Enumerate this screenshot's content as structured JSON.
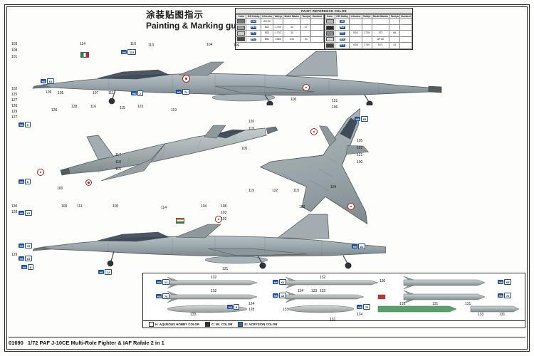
{
  "document": {
    "title_cn": "涂装贴图指示",
    "title_en": "Painting & Marking guide",
    "footer_kit_number": "01690",
    "footer_kit_name": "1/72 PAF J-10CE Multi-Role Fighter & IAF Rafale 2 in 1"
  },
  "paint_table": {
    "title": "PAINT REFERENCE COLOR",
    "headers": [
      "Color",
      "GSI Hobby",
      "Lifecolor",
      "Vallejo",
      "Model Master",
      "Tamiya",
      "Humbrol"
    ],
    "left_rows": [
      {
        "swatch": "#6f7a7f",
        "hx": "H22",
        "code1": "AC 02",
        "c2": "",
        "c3": "",
        "c4": "",
        "c5": "",
        "c6": ""
      },
      {
        "swatch": "#9aa3a6",
        "hx": "H51",
        "code1": "B02",
        "c2": "1745",
        "c3": "32",
        "c4": "27",
        "c5": "",
        "c6": ""
      },
      {
        "swatch": "#c9ccc8",
        "hx": "H61",
        "code1": "B03",
        "c2": "1733",
        "c3": "34",
        "c4": "",
        "c5": "",
        "c6": ""
      },
      {
        "swatch": "#40474a",
        "hx": "H77",
        "code1": "B62",
        "c2": "1566",
        "c3": "313",
        "c4": "33",
        "c5": "",
        "c6": ""
      }
    ],
    "right_rows": [
      {
        "swatch": "#b0b7b8",
        "hx": "H8",
        "code1": "",
        "c2": "",
        "c3": "",
        "c4": "",
        "c5": "",
        "c6": ""
      },
      {
        "swatch": "#2a2a2a",
        "hx": "H12",
        "code1": "",
        "c2": "",
        "c3": "",
        "c4": "",
        "c5": "",
        "c6": ""
      },
      {
        "swatch": "#7e8a8d",
        "hx": "H65",
        "code1": "B03",
        "c2": "1726",
        "c3": "372",
        "c4": "65",
        "c5": "",
        "c6": ""
      },
      {
        "swatch": "#d8d9d4",
        "hx": "H70",
        "code1": "",
        "c2": "",
        "c3": "AF 80",
        "c4": "",
        "c5": "",
        "c6": ""
      },
      {
        "swatch": "#3b4042",
        "hx": "H76",
        "code1": "B05",
        "c2": "1749",
        "c3": "B71",
        "c4": "33",
        "c5": "",
        "c6": ""
      }
    ]
  },
  "aircraft": [
    {
      "id": "rafale-top-side",
      "name": "Rafale side profile (upper left)",
      "callouts": [
        "103",
        "108",
        "101",
        "114",
        "110",
        "113",
        "104",
        "106",
        "107",
        "111",
        "105",
        "109",
        "102",
        "125",
        "127",
        "126"
      ],
      "badges": [
        {
          "h": "H8",
          "n": "112"
        },
        {
          "h": "H8",
          "n": "61"
        },
        {
          "h": "H8",
          "n": "2"
        },
        {
          "h": "H8",
          "n": "72"
        },
        {
          "h": "H8",
          "n": "6"
        }
      ]
    },
    {
      "id": "j10-side",
      "name": "J-10CE side profile (middle left)",
      "callouts": [
        "129",
        "127",
        "126",
        "128",
        "116",
        "115",
        "123",
        "119",
        "117",
        "118",
        "115",
        "100"
      ],
      "badges": [
        {
          "h": "H8",
          "n": "6"
        },
        {
          "h": "H8",
          "n": "61"
        }
      ]
    },
    {
      "id": "rafale-plan",
      "name": "Rafale top plan view (right)",
      "callouts": [
        "100",
        "121",
        "106",
        "105",
        "121",
        "121",
        "100",
        "120",
        "119",
        "105",
        "119",
        "122",
        "119",
        "100",
        "124"
      ],
      "badges": [
        {
          "h": "H8",
          "n": "65"
        }
      ]
    },
    {
      "id": "rafale-bottom-side",
      "name": "Rafale side profile (lower left)",
      "callouts": [
        "130",
        "128",
        "109",
        "111",
        "100",
        "114",
        "104",
        "108",
        "103",
        "102",
        "129",
        "131"
      ],
      "badges": [
        {
          "h": "H8",
          "n": "76"
        },
        {
          "h": "H8",
          "n": "61"
        },
        {
          "h": "H8",
          "n": "8"
        },
        {
          "h": "H8",
          "n": "12"
        },
        {
          "h": "H8",
          "n": "61"
        }
      ]
    }
  ],
  "weapons_panel": {
    "callouts": [
      "132",
      "132",
      "133",
      "132",
      "132",
      "134",
      "133",
      "133",
      "124",
      "128",
      "134",
      "130",
      "133",
      "131",
      "131",
      "131",
      "133",
      "131"
    ],
    "badges": [
      {
        "h": "H8",
        "n": "12"
      },
      {
        "h": "H8",
        "n": "76"
      },
      {
        "h": "H8",
        "n": "8"
      },
      {
        "h": "H8",
        "n": "61"
      },
      {
        "h": "H8",
        "n": "12"
      },
      {
        "h": "H8",
        "n": "76"
      },
      {
        "h": "H8",
        "n": "65"
      },
      {
        "h": "H8",
        "n": "70"
      }
    ],
    "legend": [
      {
        "label": "AQUEOUS HOBBY COLOR",
        "prefix": "H",
        "color": "#ffffff"
      },
      {
        "label": "Mr. COLOR",
        "prefix": "C",
        "color": "#333333"
      },
      {
        "label": "ACRYSION COLOR",
        "prefix": "N",
        "color": "#2a6ab5"
      }
    ]
  }
}
